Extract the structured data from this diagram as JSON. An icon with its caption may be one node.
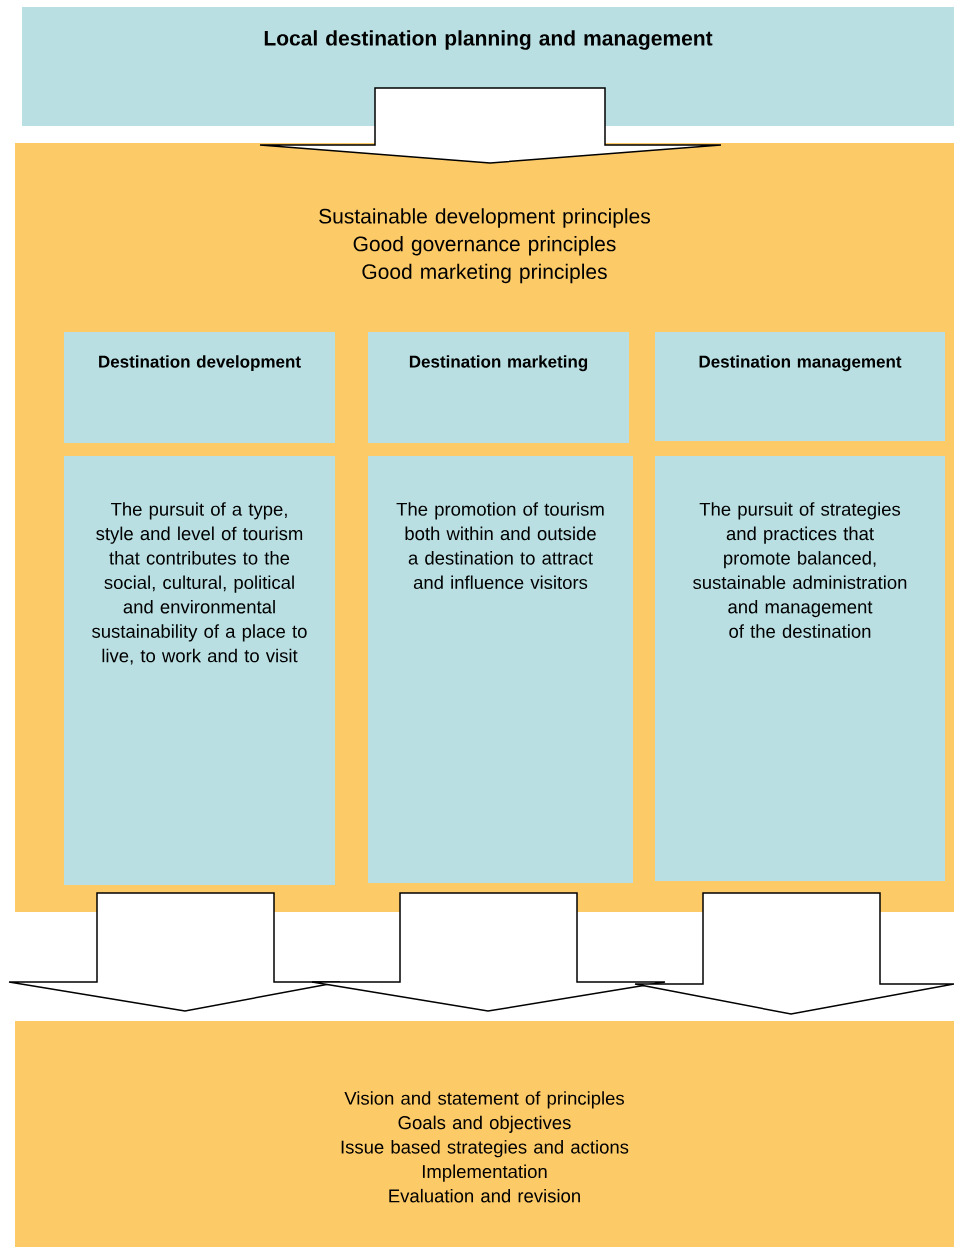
{
  "diagram": {
    "nodes": [
      {
        "text": [
          "Local destination planning and management"
        ]
      },
      {
        "text": [
          "Sustainable development principles",
          "Good governance principles",
          "Good marketing principles"
        ]
      },
      {
        "text": [
          "Destination development"
        ],
        "in": 1
      },
      {
        "text": [
          "Destination marketing"
        ],
        "in": 1
      },
      {
        "text": [
          "Destination management"
        ],
        "in": 1
      },
      {
        "text": [
          "The pursuit of a type, style and level of tourism that contributes to the social, cultural, political and environmental sustainability of a place to live, to work and to visit"
        ],
        "in": 1
      },
      {
        "text": [
          "The promotion of tourism both within and outside a destination to attract and influence visitors"
        ],
        "in": 1
      },
      {
        "text": [
          "The pursuit of strategies and practices that promote balanced, sustainable administration and management of the destination"
        ],
        "in": 1
      },
      {
        "text": [
          "Vision and statement of principles",
          "Goals and objectives",
          "Issue based strategies and actions",
          "Implementation",
          "Evaluation and revision"
        ]
      }
    ],
    "edges": [
      {
        "from": 0,
        "to": 1,
        "arrow": "to"
      },
      {
        "from": 5,
        "to": 8,
        "arrow": "to"
      },
      {
        "from": 6,
        "to": 8,
        "arrow": "to"
      },
      {
        "from": 7,
        "to": 8,
        "arrow": "to"
      }
    ]
  }
}
